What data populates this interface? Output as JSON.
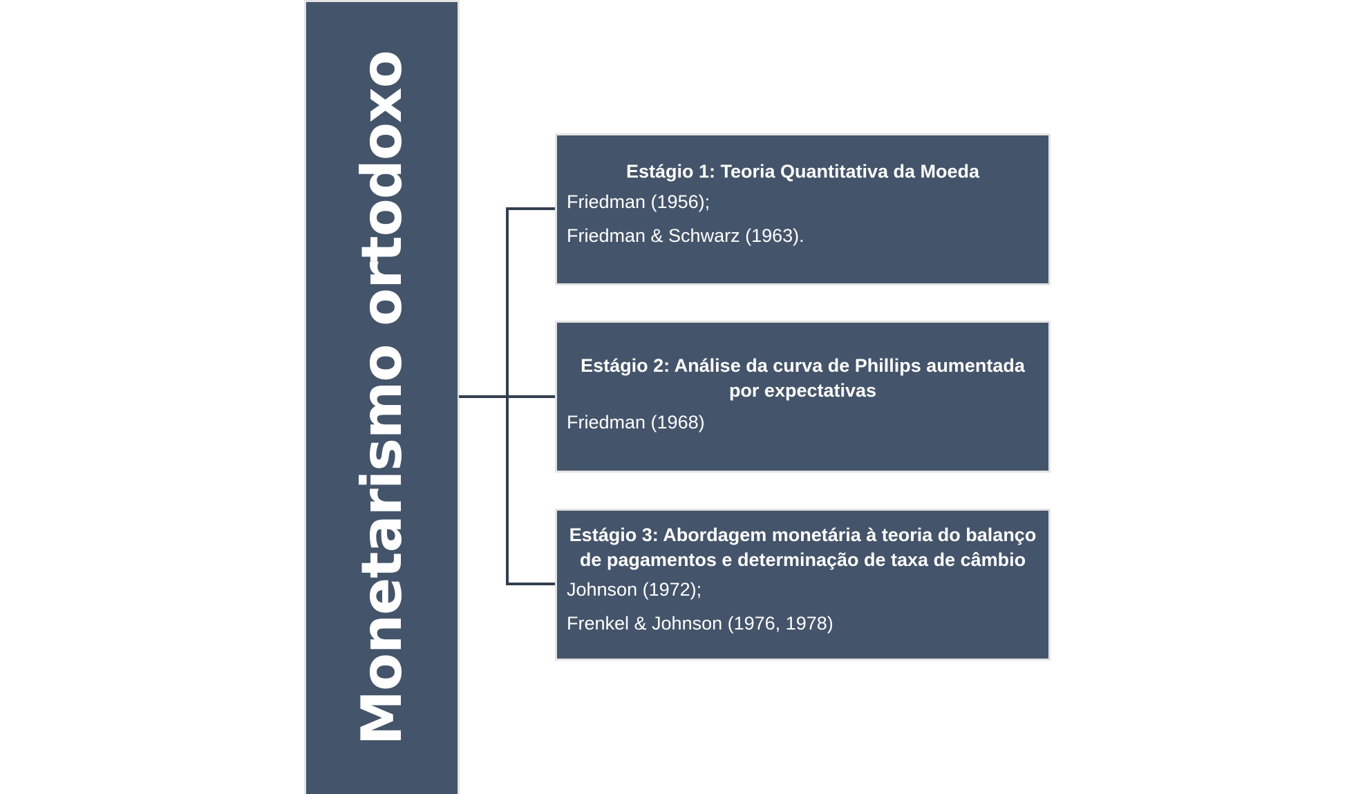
{
  "diagram": {
    "root": {
      "label": "Monetarismo ortodoxo"
    },
    "stages": [
      {
        "title": "Estágio 1: Teoria Quantitativa da Moeda",
        "references": [
          "Friedman (1956);",
          "Friedman & Schwarz (1963)."
        ]
      },
      {
        "title": "Estágio 2: Análise da curva de Phillips aumentada por expectativas",
        "references": [
          "Friedman (1968)"
        ]
      },
      {
        "title": "Estágio 3: Abordagem monetária à teoria do balanço de pagamentos e determinação de taxa de câmbio",
        "references": [
          "Johnson (1972);",
          "Frenkel & Johnson (1976, 1978)"
        ]
      }
    ],
    "colors": {
      "box_fill": "#44546a",
      "box_border": "#e4e4e4",
      "connector": "#333f50",
      "text": "#ffffff"
    }
  }
}
